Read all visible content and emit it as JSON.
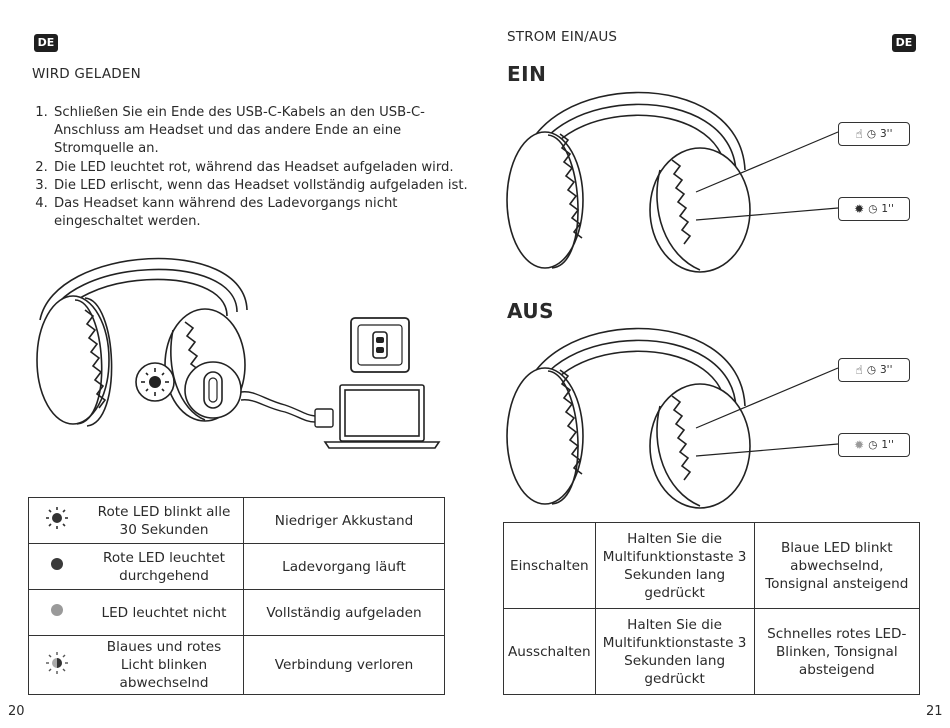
{
  "left_page": {
    "badge": "DE",
    "heading": "WIRD GELADEN",
    "steps": [
      "Schließen Sie ein Ende des USB-C-Kabels an den USB-C-Anschluss am Headset und das andere Ende an eine Stromquelle an.",
      "Die LED leuchtet rot, während das Headset aufgeladen wird.",
      "Die LED erlischt, wenn das Headset vollständig aufgeladen ist.",
      "Das Headset kann während des Ladevorgangs nicht eingeschaltet werden."
    ],
    "table": [
      {
        "icon": "red-blink-icon",
        "led": "Rote LED blinkt alle 30 Sekunden",
        "status": "Niedriger Akkustand"
      },
      {
        "icon": "dark-dot-icon",
        "led": "Rote LED leuchtet durchgehend",
        "status": "Ladevorgang läuft"
      },
      {
        "icon": "grey-dot-icon",
        "led": "LED leuchtet nicht",
        "status": "Vollständig aufgeladen"
      },
      {
        "icon": "half-blink-icon",
        "led": "Blaues und rotes Licht blinken abwechselnd",
        "status": "Verbindung verloren"
      }
    ],
    "page_number": "20"
  },
  "right_page": {
    "badge": "DE",
    "heading": "STROM EIN/AUS",
    "ein_label": "EIN",
    "aus_label": "AUS",
    "callouts": {
      "press_time": "3''",
      "led_time": "1''"
    },
    "table": [
      {
        "action": "Einschalten",
        "instruction": "Halten Sie die Multifunktionstaste 3 Sekunden lang gedrückt",
        "result": "Blaue LED blinkt abwechselnd, Tonsignal ansteigend"
      },
      {
        "action": "Ausschalten",
        "instruction": "Halten Sie die Multifunktionstaste 3 Sekunden lang gedrückt",
        "result": "Schnelles rotes LED-Blinken, Tonsignal absteigend"
      }
    ],
    "page_number": "21"
  }
}
